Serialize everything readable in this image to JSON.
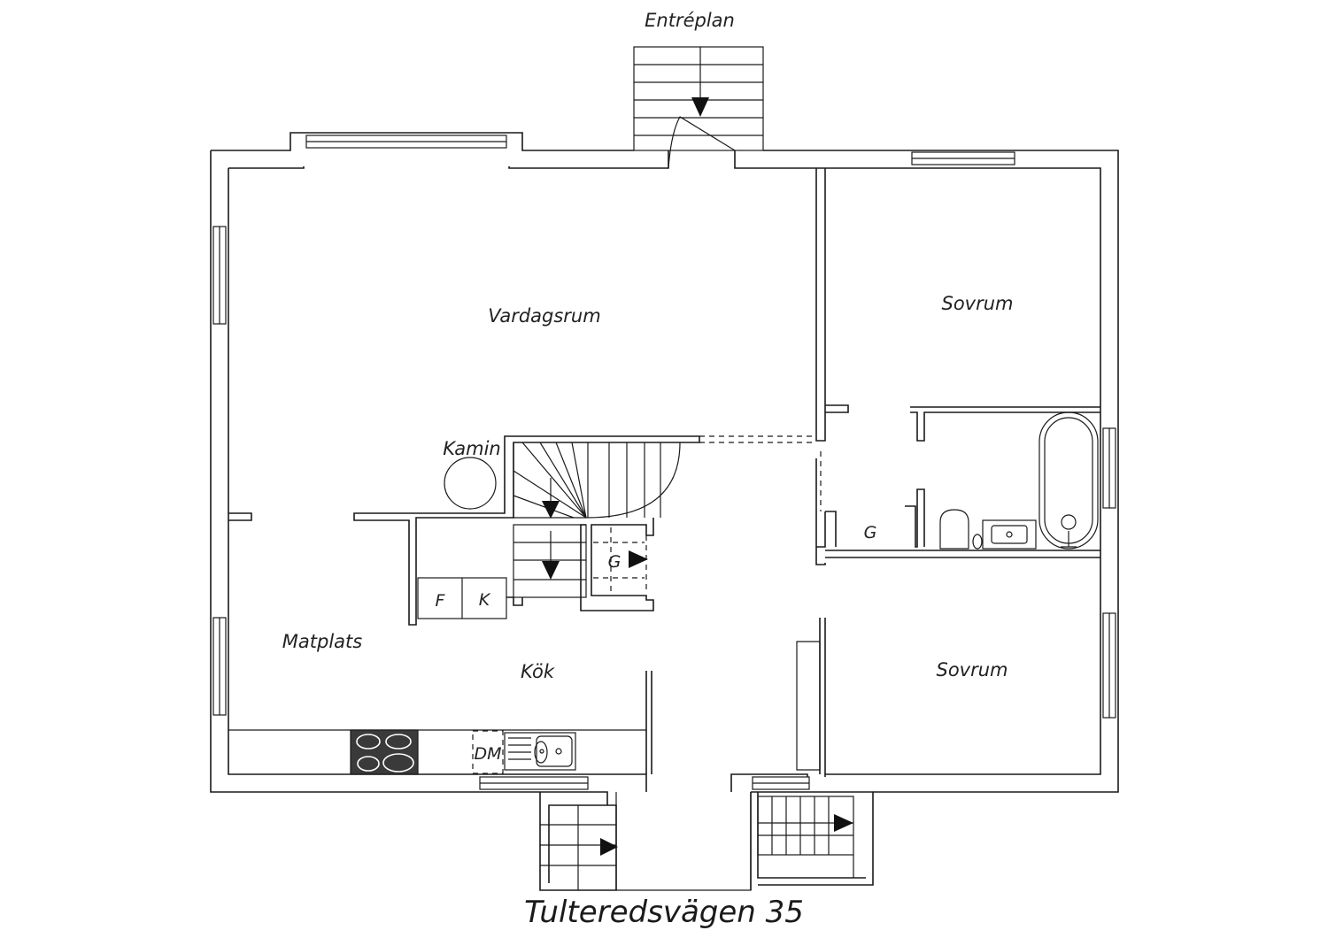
{
  "labels": {
    "entry": "Entréplan",
    "living_room": "Vardagsrum",
    "bedroom_top": "Sovrum",
    "fireplace": "Kamin",
    "closet_hall": "G",
    "closet_stair": "G",
    "fridge": "F",
    "freezer": "K",
    "dining": "Matplats",
    "kitchen": "Kök",
    "bedroom_bottom": "Sovrum",
    "dishwasher": "DM"
  },
  "footer": {
    "address": "Tulteredsvägen 35"
  },
  "colors": {
    "line": "#1a1a1a",
    "stove": "#3a3a3a",
    "background": "#ffffff"
  }
}
